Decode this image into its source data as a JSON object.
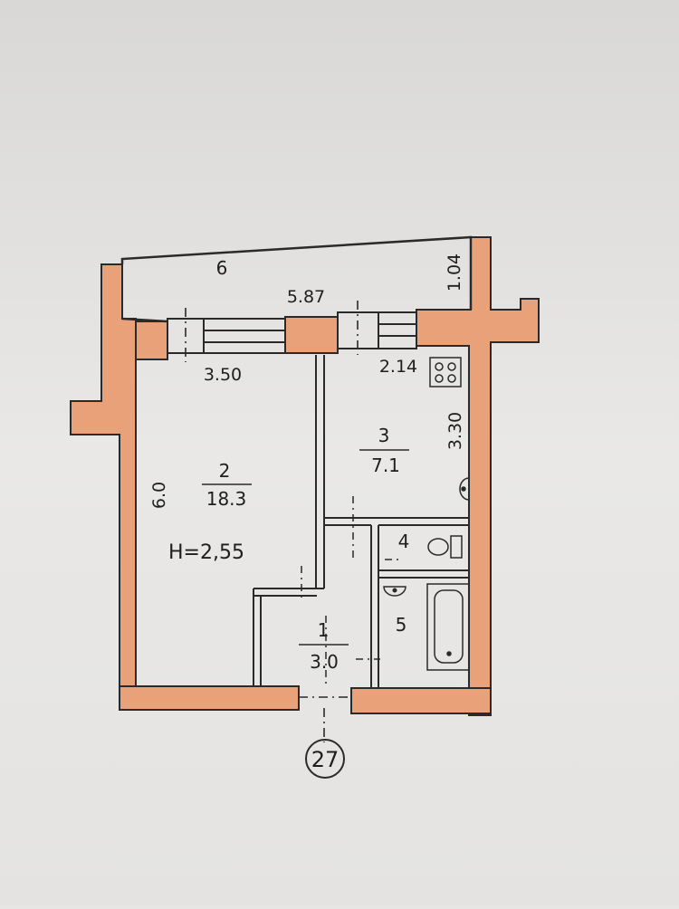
{
  "plan": {
    "balcony": {
      "number": "6",
      "length": "5.87",
      "depth": "1.04"
    },
    "living_room": {
      "number": "2",
      "area": "18.3",
      "width": "3.50",
      "length": "6.0",
      "ceiling_height": "H=2,55"
    },
    "kitchen": {
      "number": "3",
      "area": "7.1",
      "width": "2.14",
      "length": "3.30"
    },
    "hallway": {
      "number": "1",
      "area": "3.0"
    },
    "toilet": {
      "number": "4"
    },
    "bathroom": {
      "number": "5"
    },
    "apartment_number": "27"
  },
  "colors": {
    "paper": "#e7e6e4",
    "wall_fill": "#e9a179",
    "line": "#2a2a2a"
  },
  "icons": [
    "stove-icon",
    "sink-icon",
    "toilet-icon",
    "bathtub-icon",
    "washbasin-icon"
  ]
}
